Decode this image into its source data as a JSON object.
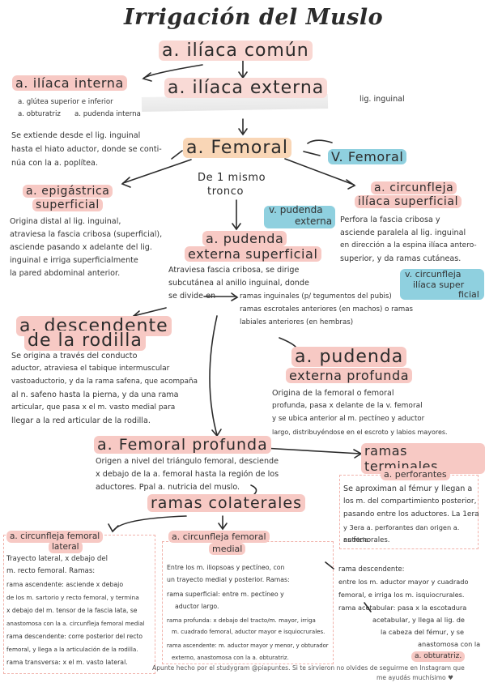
{
  "title": "Irrigación del Muslo",
  "top": {
    "iliaca_comun": "a. ilíaca común",
    "iliaca_interna": "a. ilíaca interna",
    "interna_items": [
      "a. glútea superior e inferior",
      "a. obturatriz",
      "a. pudenda interna"
    ],
    "iliaca_externa": "a. ilíaca externa",
    "lig_inguinal": "lig. inguinal",
    "femoral": "a. Femoral",
    "v_femoral": "V. Femoral",
    "femoral_desc": [
      "Se extiende desde el lig. inguinal",
      "hasta el hiato aductor, donde se conti-",
      "núa con la a. poplítea."
    ],
    "mismo_tronco": [
      "De 1 mismo",
      "tronco"
    ]
  },
  "epigastrica": {
    "name": [
      "a. epigástrica",
      "superficial"
    ],
    "desc": [
      "Origina distal al lig. inguinal,",
      "atraviesa la fascia cribosa (superficial),",
      "asciende pasando x adelante del lig.",
      "inguinal e irriga superficialmente",
      "la pared abdominal anterior."
    ]
  },
  "circunfleja_sup": {
    "name": [
      "a. circunfleja",
      "ilíaca superficial"
    ],
    "desc": [
      "Perfora la fascia cribosa y",
      "asciende paralela al lig. inguinal",
      "en dirección a la espina ilíaca antero-",
      "superior, y da ramas cutáneas."
    ],
    "vein": [
      "v. circunfleja",
      "ilíaca super",
      "ficial"
    ]
  },
  "pudenda_sup": {
    "vein": [
      "v. pudenda",
      "externa"
    ],
    "name": [
      "a. pudenda",
      "externa superficial"
    ],
    "desc": [
      "Atraviesa fascia cribosa, se dirige",
      "subcutánea al anillo inguinal, donde",
      "se divide en"
    ],
    "branches": [
      "ramas inguinales (p/ tegumentos del pubis)",
      "ramas escrotales anteriores (en machos) o ramas",
      "labiales anteriores (en hembras)"
    ]
  },
  "descendente_rodilla": {
    "name": [
      "a. descendente",
      "de la rodilla"
    ],
    "desc": [
      "Se origina a través del conducto",
      "aductor, atraviesa el tabique intermuscular",
      "vastoaductorio, y da la rama safena, que acompaña",
      "al n. safeno hasta la pierna, y da una rama",
      "articular, que pasa x el m. vasto medial para",
      "llegar a la red articular de la rodilla."
    ]
  },
  "pudenda_prof": {
    "name": [
      "a. pudenda",
      "externa profunda"
    ],
    "desc": [
      "Origina de la femoral o femoral",
      "profunda, pasa x delante de la v. femoral",
      "y se ubica anterior al m. pectíneo y aductor",
      "largo, distribuyéndose en el escroto y labios mayores."
    ]
  },
  "femoral_profunda": {
    "name": "a. Femoral profunda",
    "desc": [
      "Origen a nivel del triángulo femoral, desciende",
      "x debajo de la a. femoral hasta la región de los",
      "aductores. Ppal a. nutricia del muslo."
    ]
  },
  "ramas_terminales": {
    "title": "ramas terminales",
    "sub": "a. perforantes",
    "desc": [
      "Se aproximan al fémur y llegan a",
      "los m. del compartimiento posterior,",
      "pasando entre los aductores. La 1era",
      "y 3era a. perforantes dan origen a. nutricia",
      "as femorales."
    ]
  },
  "ramas_colaterales": {
    "title": "ramas colaterales"
  },
  "circ_lateral": {
    "name": [
      "a. circunfleja femoral",
      "lateral"
    ],
    "desc": [
      "Trayecto lateral, x debajo del",
      "m. recto femoral. Ramas:"
    ],
    "items": [
      "rama ascendente: asciende x debajo",
      "de los m. sartorio y recto femoral, y termina",
      "x debajo del m. tensor de la fascia lata, se",
      "anastomosa con la a. circunfleja femoral medial",
      "rama descendente: corre posterior del recto",
      "femoral, y llega a la articulación de la rodilla.",
      "rama transversa: x el m. vasto lateral."
    ]
  },
  "circ_medial": {
    "name": [
      "a. circunfleja femoral",
      "medial"
    ],
    "desc": [
      "Entre los m. iliopsoas y pectíneo, con",
      "un trayecto medial y posterior. Ramas:"
    ],
    "items": [
      "rama superficial: entre m. pectíneo y",
      "aductor largo.",
      "rama profunda: x debajo del tracto/m. mayor, irriga",
      "m. cuadrado femoral, aductor mayor e isquiocrurales.",
      "rama ascendente: m. aductor mayor y menor, y obturador",
      "externo, anastomosa con la a. obturatriz."
    ]
  },
  "right_col": {
    "items": [
      "rama descendente:",
      "entre los m. aductor mayor y cuadrado",
      "femoral, e irriga los m. isquiocrurales.",
      "rama acetabular: pasa x la escotadura",
      "acetabular, y llega al lig. de",
      "la cabeza del fémur, y se",
      "anastomosa con la",
      "a. obturatriz."
    ]
  },
  "footer": [
    "Apunte hecho por el studygram @piapuntes. Si te sirvieron no olvides de seguirme en Instagram que",
    "me ayudás muchísimo ♥"
  ]
}
